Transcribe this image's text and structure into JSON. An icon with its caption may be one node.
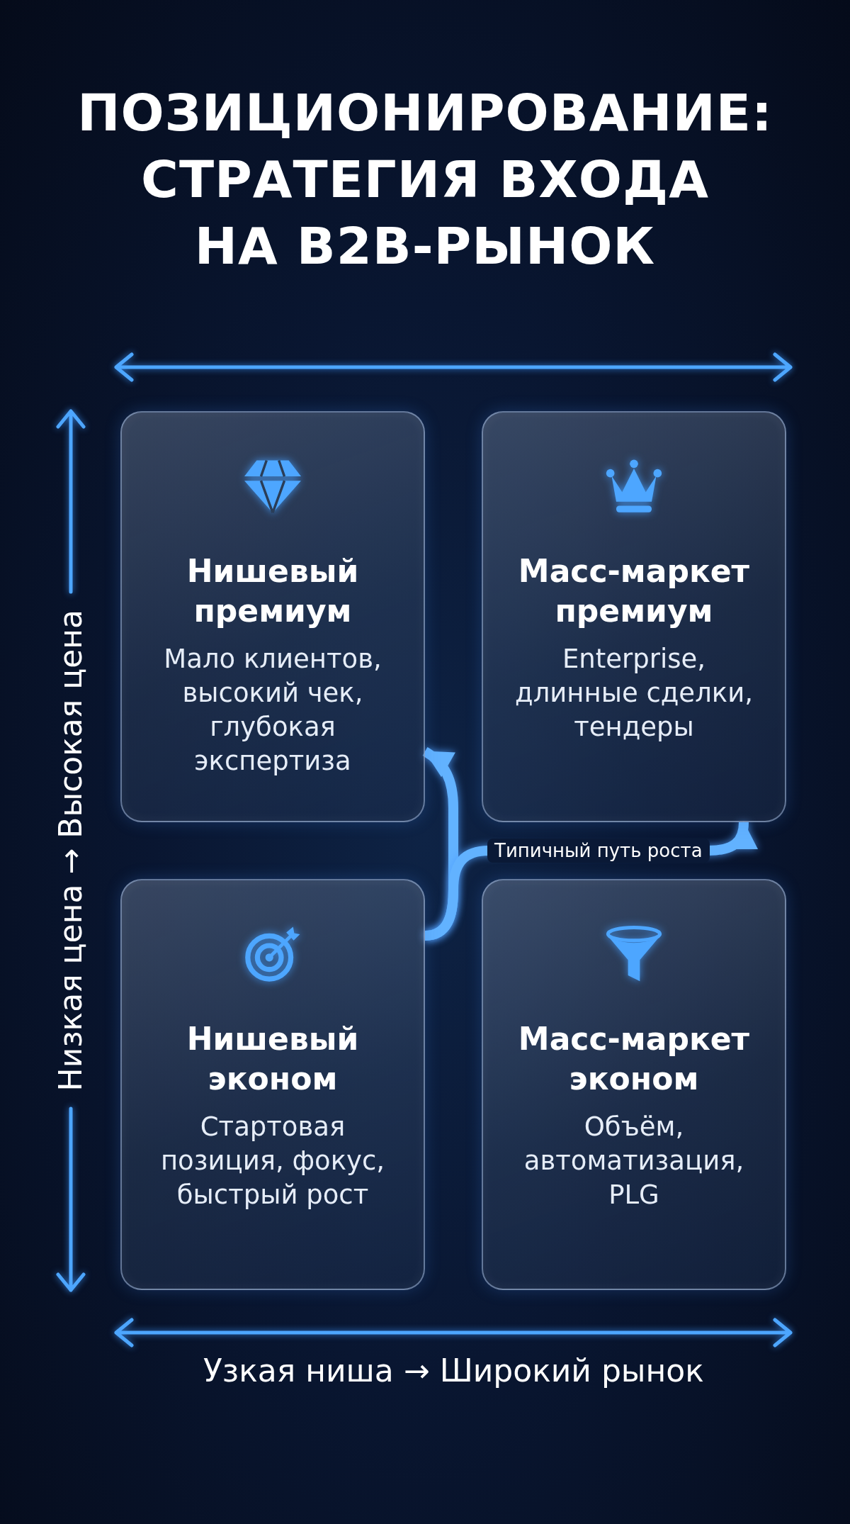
{
  "diagram": {
    "title": "ПОЗИЦИОНИРОВАНИЕ: СТРАТЕГИЯ ВХОДА НА B2B-РЫНОК",
    "nodes": [
      {
        "text": [
          "Нишевый премиум",
          "Мало клиентов, высокий чек, глубокая экспертиза"
        ]
      },
      {
        "text": [
          "Масс-маркет премиум",
          "Enterprise, длинные сделки, тендеры"
        ]
      },
      {
        "text": [
          "Нишевый эконом",
          "Стартовая позиция, фокус, быстрый рост"
        ]
      },
      {
        "text": [
          "Масс-маркет эконом",
          "Объём, автоматизация, PLG"
        ]
      }
    ],
    "edges": [
      {
        "from": 2,
        "to": 0,
        "arrow": "to"
      },
      {
        "from": 2,
        "to": 1,
        "arrow": "to",
        "label": "Типичный путь роста"
      }
    ],
    "labels": [
      "Низкая цена → Высокая цена",
      "Узкая ниша → Широкий рынок"
    ]
  }
}
